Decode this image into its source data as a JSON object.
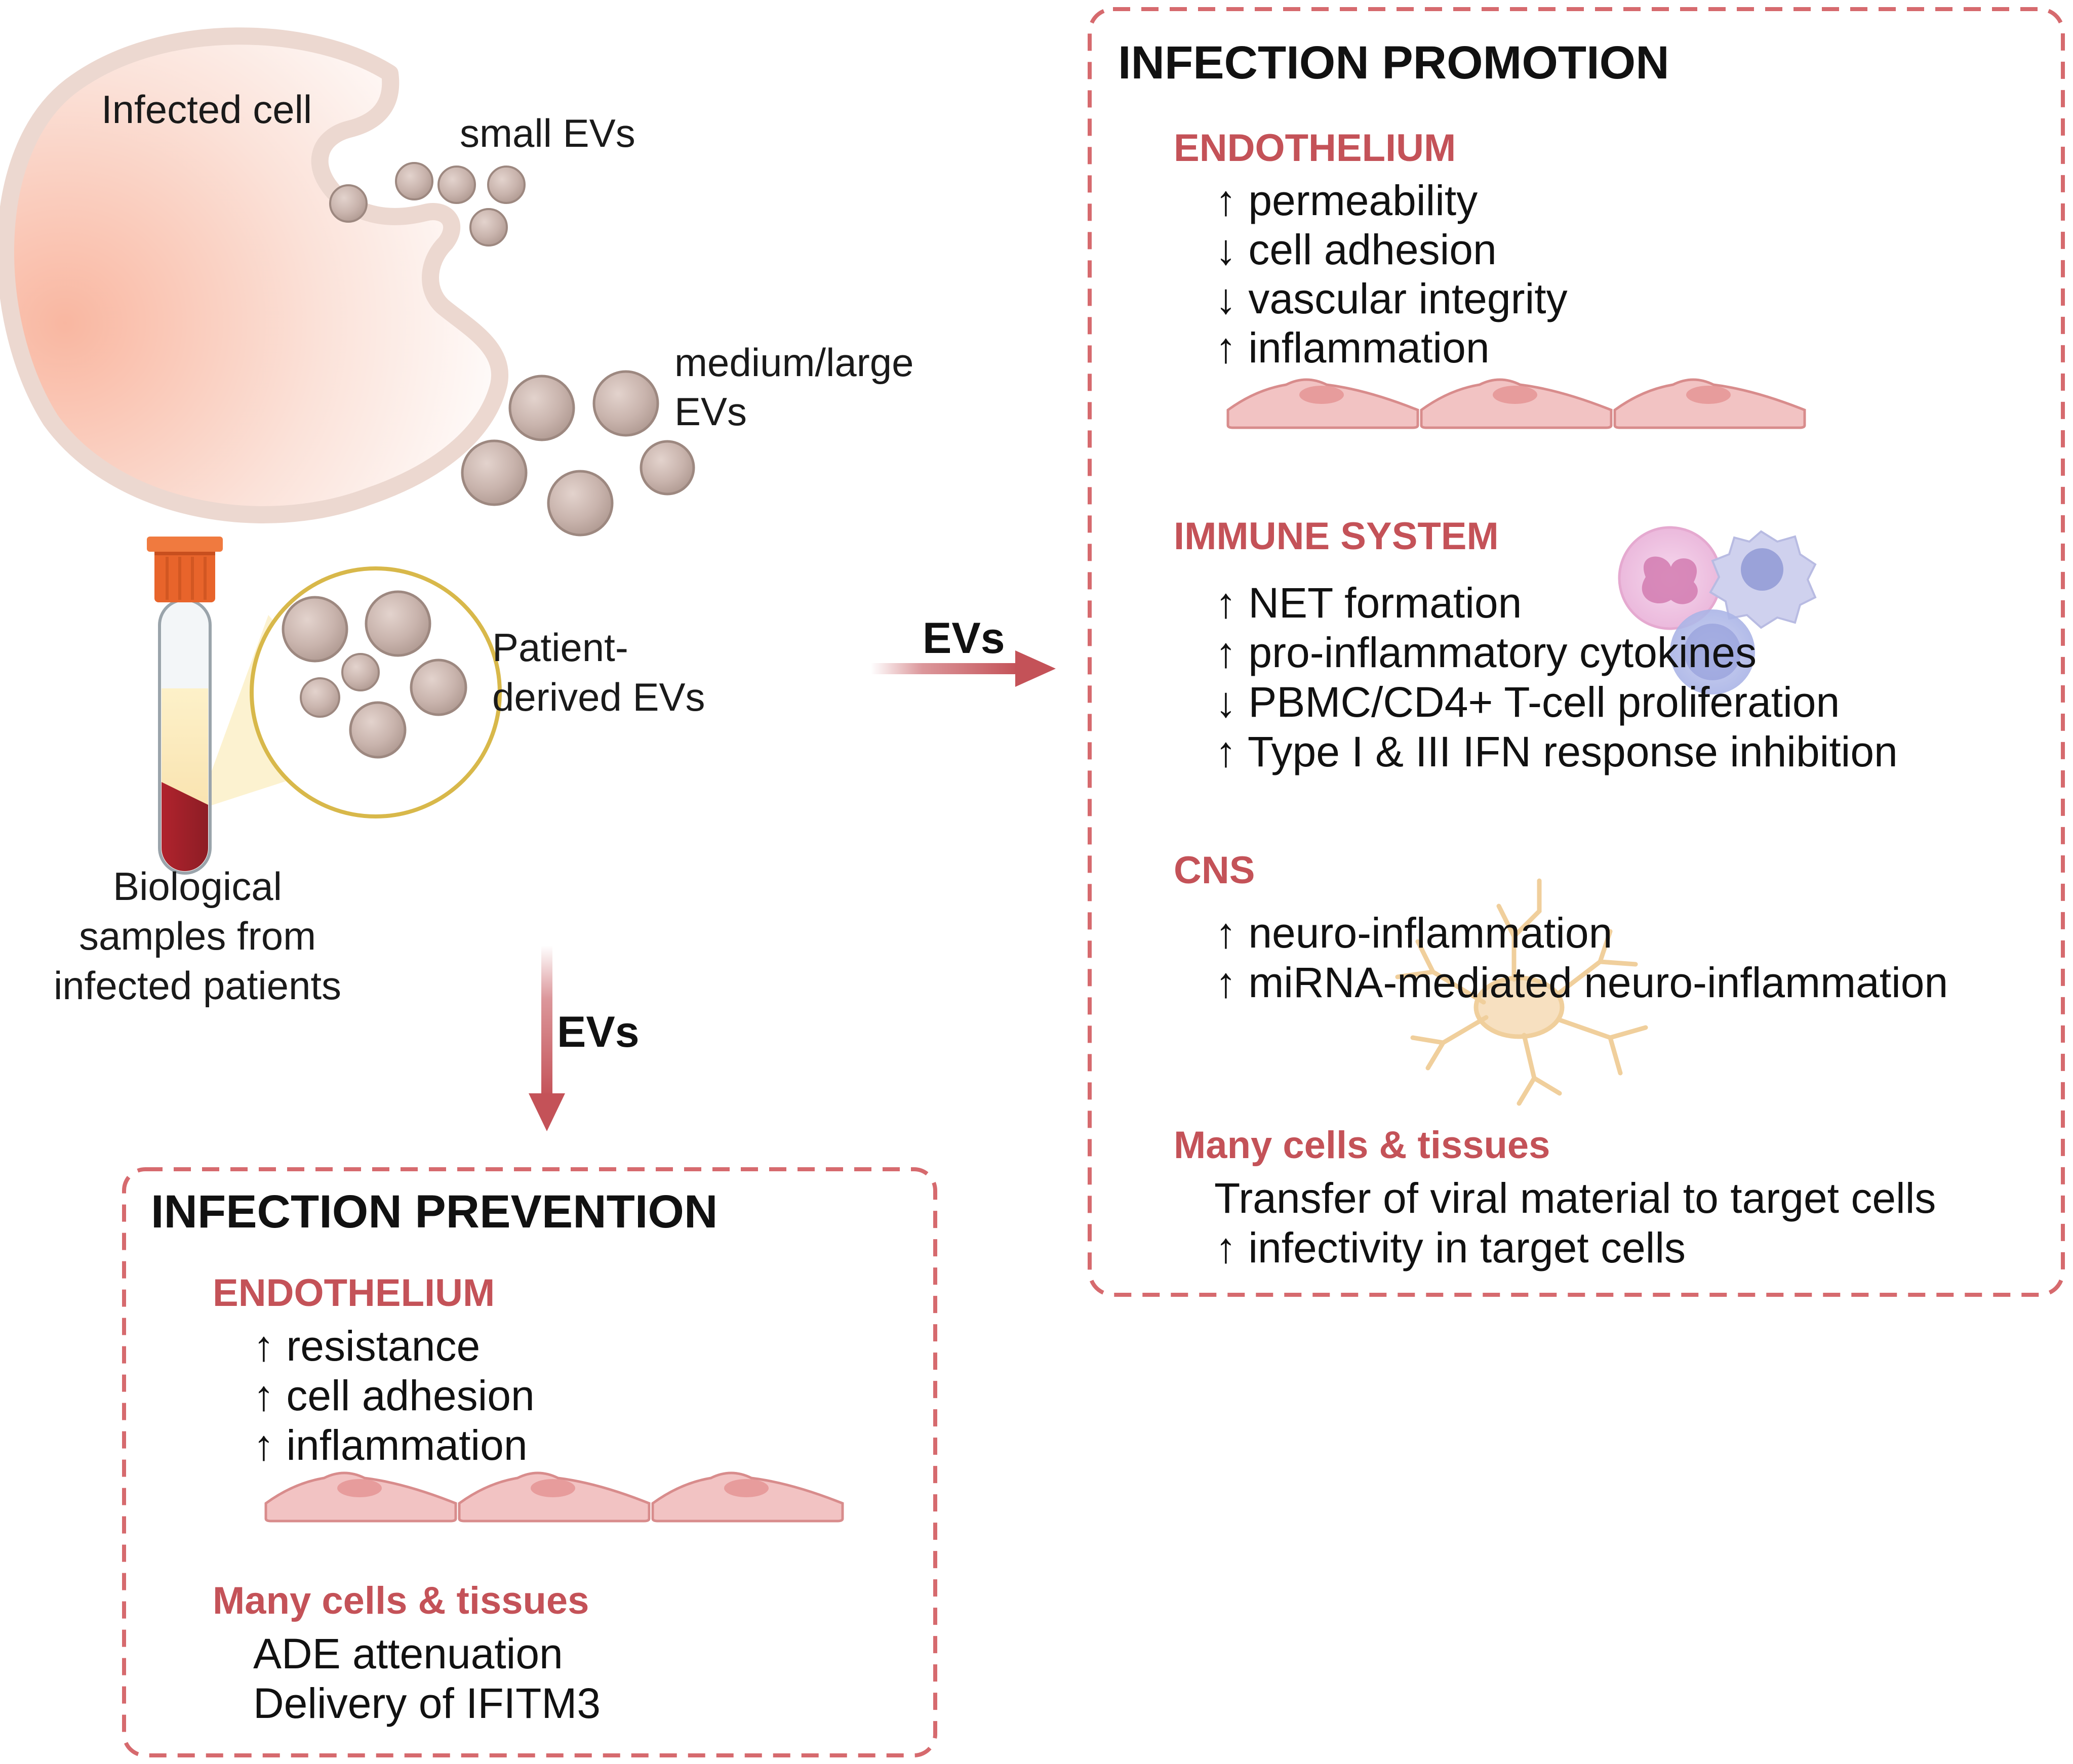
{
  "labels": {
    "infected_cell": "Infected cell",
    "small_evs": "small EVs",
    "medium_large_evs_line1": "medium/large",
    "medium_large_evs_line2": "EVs",
    "patient_derived_line1": "Patient-",
    "patient_derived_line2": "derived EVs",
    "bio_samples_line1": "Biological",
    "bio_samples_line2": "samples from",
    "bio_samples_line3": "infected patients"
  },
  "arrows": {
    "to_promotion": "EVs",
    "to_prevention": "EVs"
  },
  "promotion": {
    "title": "INFECTION PROMOTION",
    "sections": [
      {
        "heading": "ENDOTHELIUM",
        "items": [
          "↑  permeability",
          "↓ cell adhesion",
          "↓ vascular integrity",
          "↑ inflammation"
        ]
      },
      {
        "heading": "IMMUNE SYSTEM",
        "items": [
          "↑ NET formation",
          "↑ pro-inflammatory cytokines",
          "↓ PBMC/CD4+ T-cell proliferation",
          "↑ Type I & III IFN response inhibition"
        ]
      },
      {
        "heading": "CNS",
        "items": [
          "↑ neuro-inflammation",
          "↑ miRNA-mediated neuro-inflammation"
        ]
      },
      {
        "heading": "Many cells & tissues",
        "items": [
          "Transfer of viral material to target cells",
          "↑ infectivity in target cells"
        ]
      }
    ]
  },
  "prevention": {
    "title": "INFECTION PREVENTION",
    "sections": [
      {
        "heading": "ENDOTHELIUM",
        "items": [
          "↑ resistance",
          "↑ cell adhesion",
          "↑ inflammation"
        ]
      },
      {
        "heading": "Many cells & tissues",
        "items": [
          "ADE attenuation",
          "Delivery of IFITM3"
        ]
      }
    ]
  },
  "colors": {
    "accent": "#c45258",
    "dashed_border": "#d66a6e",
    "ev_fill": "#c7b3ad",
    "endothelial_cell": "#f2c3c3",
    "cell_membrane": "#eedcd5"
  }
}
